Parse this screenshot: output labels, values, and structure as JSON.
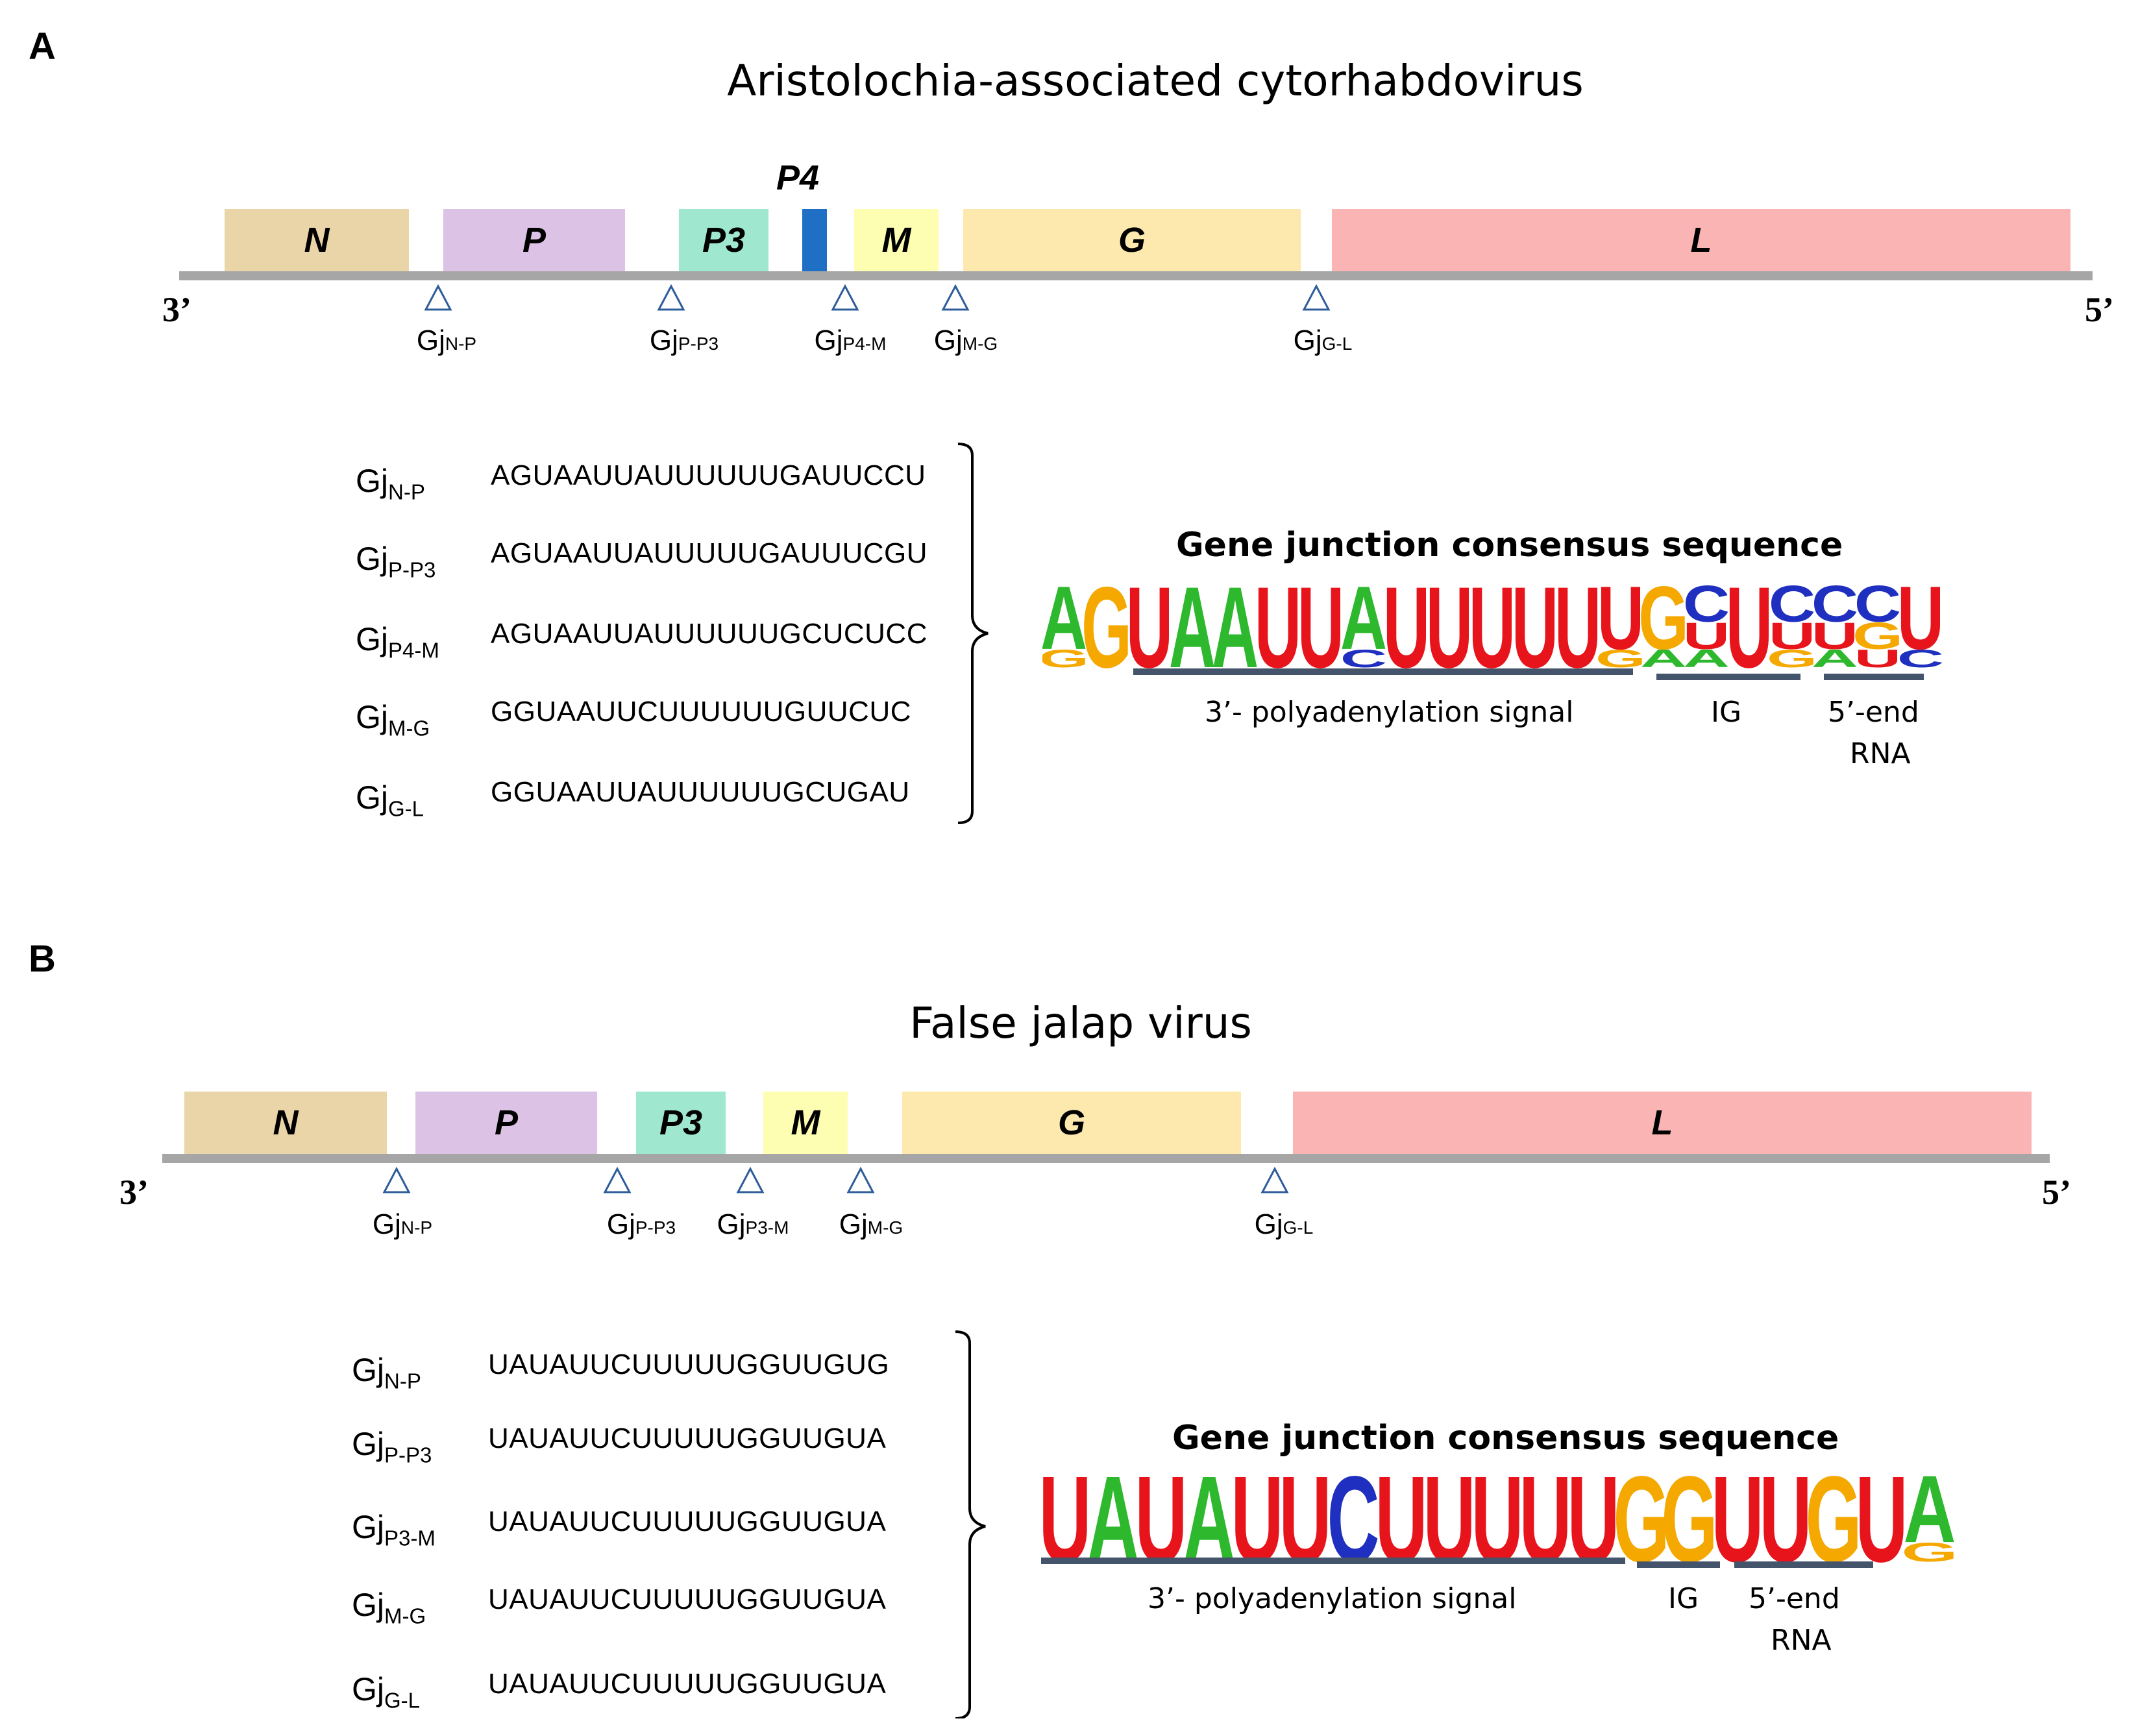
{
  "panel_a": {
    "letter": "A",
    "title": "Aristolochia-associated cytorhabdovirus",
    "genes": {
      "n": "N",
      "p": "P",
      "p3": "P3",
      "p4": "P4",
      "m": "M",
      "g": "G",
      "l": "L"
    },
    "end_3": "3’",
    "end_5": "5’",
    "junctions": [
      {
        "prefix": "Gj",
        "sub": "N-P"
      },
      {
        "prefix": "Gj",
        "sub": "P-P3"
      },
      {
        "prefix": "Gj",
        "sub": "P4-M"
      },
      {
        "prefix": "Gj",
        "sub": "M-G"
      },
      {
        "prefix": "Gj",
        "sub": "G-L"
      }
    ],
    "sequences": [
      {
        "prefix": "Gj",
        "sub": "N-P",
        "seq": "AGUAAUUAUUUUUUGAUUCCU"
      },
      {
        "prefix": "Gj",
        "sub": "P-P3",
        "seq": "AGUAAUUAUUUUUGAUUUCGU"
      },
      {
        "prefix": "Gj",
        "sub": "P4-M",
        "seq": "AGUAAUUAUUUUUUGCUCUCC"
      },
      {
        "prefix": "Gj",
        "sub": "M-G",
        "seq": "GGUAAUUCUUUUUUGUUCUC"
      },
      {
        "prefix": "Gj",
        "sub": "G-L",
        "seq": "GGUAAUUAUUUUUUGCUGAU"
      }
    ],
    "logo_title": "Gene junction consensus sequence",
    "regions": {
      "polyA": "3’- polyadenylation signal",
      "ig": "IG",
      "five_end_1": "5’-end",
      "five_end_2": "RNA"
    }
  },
  "panel_b": {
    "letter": "B",
    "title": "False jalap virus",
    "genes": {
      "n": "N",
      "p": "P",
      "p3": "P3",
      "m": "M",
      "g": "G",
      "l": "L"
    },
    "end_3": "3’",
    "end_5": "5’",
    "junctions": [
      {
        "prefix": "Gj",
        "sub": "N-P"
      },
      {
        "prefix": "Gj",
        "sub": "P-P3"
      },
      {
        "prefix": "Gj",
        "sub": "P3-M"
      },
      {
        "prefix": "Gj",
        "sub": "M-G"
      },
      {
        "prefix": "Gj",
        "sub": "G-L"
      }
    ],
    "sequences": [
      {
        "prefix": "Gj",
        "sub": "N-P",
        "seq": "UAUAUUCUUUUUGGUUGUG"
      },
      {
        "prefix": "Gj",
        "sub": "P-P3",
        "seq": "UAUAUUCUUUUUGGUUGUA"
      },
      {
        "prefix": "Gj",
        "sub": "P3-M",
        "seq": "UAUAUUCUUUUUGGUUGUA"
      },
      {
        "prefix": "Gj",
        "sub": "M-G",
        "seq": "UAUAUUCUUUUUGGUUGUA"
      },
      {
        "prefix": "Gj",
        "sub": "G-L",
        "seq": "UAUAUUCUUUUUGGUUGUA"
      }
    ],
    "logo_title": "Gene junction consensus sequence",
    "regions": {
      "polyA": "3’- polyadenylation signal",
      "ig": "IG",
      "five_end_1": "5’-end",
      "five_end_2": "RNA"
    }
  },
  "logo_a": [
    {
      "letters": [
        "A",
        "G"
      ]
    },
    {
      "letters": [
        "G"
      ]
    },
    {
      "letters": [
        "U"
      ]
    },
    {
      "letters": [
        "A"
      ]
    },
    {
      "letters": [
        "A"
      ]
    },
    {
      "letters": [
        "U"
      ]
    },
    {
      "letters": [
        "U"
      ]
    },
    {
      "letters": [
        "A",
        "C"
      ]
    },
    {
      "letters": [
        "U"
      ]
    },
    {
      "letters": [
        "U"
      ]
    },
    {
      "letters": [
        "U"
      ]
    },
    {
      "letters": [
        "U"
      ]
    },
    {
      "letters": [
        "U"
      ]
    },
    {
      "letters": [
        "U",
        "G"
      ]
    },
    {
      "letters": [
        "G",
        "A"
      ]
    },
    {
      "letters": [
        "C",
        "U",
        "A"
      ]
    },
    {
      "letters": [
        "U"
      ]
    },
    {
      "letters": [
        "C",
        "U",
        "G"
      ]
    },
    {
      "letters": [
        "C",
        "U",
        "A"
      ]
    },
    {
      "letters": [
        "C",
        "G",
        "U"
      ]
    },
    {
      "letters": [
        "U",
        "C"
      ]
    }
  ],
  "logo_b": [
    {
      "letters": [
        "U"
      ]
    },
    {
      "letters": [
        "A"
      ]
    },
    {
      "letters": [
        "U"
      ]
    },
    {
      "letters": [
        "A"
      ]
    },
    {
      "letters": [
        "U"
      ]
    },
    {
      "letters": [
        "U"
      ]
    },
    {
      "letters": [
        "C"
      ]
    },
    {
      "letters": [
        "U"
      ]
    },
    {
      "letters": [
        "U"
      ]
    },
    {
      "letters": [
        "U"
      ]
    },
    {
      "letters": [
        "U"
      ]
    },
    {
      "letters": [
        "U"
      ]
    },
    {
      "letters": [
        "G"
      ]
    },
    {
      "letters": [
        "G"
      ]
    },
    {
      "letters": [
        "U"
      ]
    },
    {
      "letters": [
        "U"
      ]
    },
    {
      "letters": [
        "G"
      ]
    },
    {
      "letters": [
        "U"
      ]
    },
    {
      "letters": [
        "A",
        "G"
      ]
    }
  ],
  "colors": {
    "A": "#2db82d",
    "C": "#1f2fbf",
    "G": "#f5a800",
    "U": "#e8141c",
    "gene_n": "#ead5a9",
    "gene_p": "#dcc2e4",
    "gene_p3": "#9fe7cf",
    "gene_p4": "#1f6fc4",
    "gene_m": "#fefeb2",
    "gene_g": "#fde8ad",
    "gene_l": "#fbb4b4",
    "underline": "#44546a"
  }
}
